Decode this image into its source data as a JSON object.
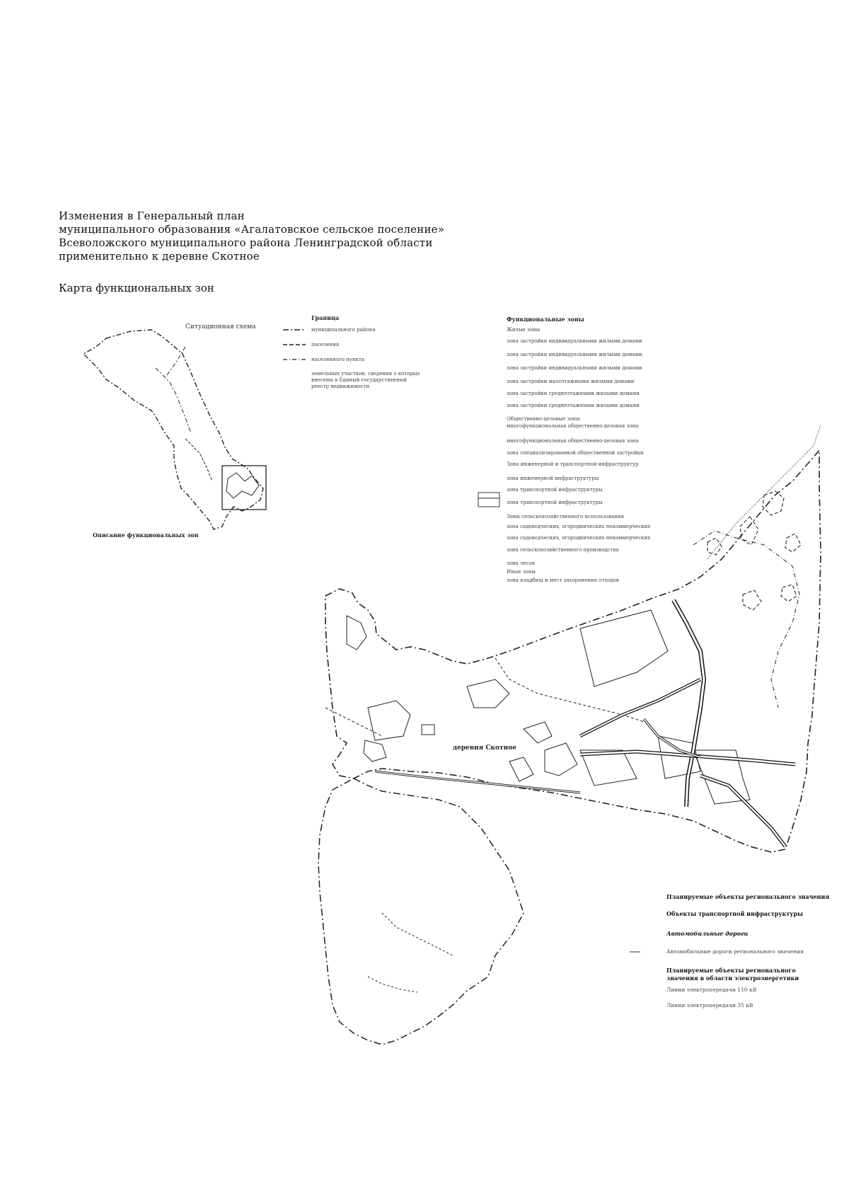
{
  "title": {
    "lines": [
      "Изменения в Генеральный план",
      "муниципального образования «Агалатовское сельское поселение»",
      "Всеволожского муниципального района Ленинградской области",
      "применительно к деревне Скотное"
    ],
    "subtitle": "Карта функциональных зон"
  },
  "situation_scheme": {
    "label": "Ситуационная схема",
    "zones_description": "Описание функциональных зон"
  },
  "legend_boundaries": {
    "heading": "Граница",
    "items": [
      "муниципального района",
      "поселения",
      "населенного пункта"
    ],
    "note": [
      "земельных участков, сведения о которых",
      "внесены в Единый государственный",
      "реестр недвижимости"
    ]
  },
  "legend_zones": {
    "heading": "Функциональные зоны",
    "group_residential": "Жилые зоны",
    "residential": [
      "зона застройки индивидуальными жилыми домами",
      "зона застройки индивидуальными жилыми домами",
      "зона застройки индивидуальными жилыми домами",
      "зона застройки малоэтажными жилыми домами",
      "зона застройки среднеэтажными жилыми домами",
      "зона застройки среднеэтажными жилыми домами"
    ],
    "group_public": "Общественно-деловые зоны",
    "public": [
      "многофункциональная общественно-деловая зона",
      "многофункциональная общественно-деловая зона",
      "зона специализированной общественной застройки",
      "Зона инженерной и транспортной инфраструктур"
    ],
    "infra": [
      "зона инженерной инфраструктуры",
      "зона транспортной инфраструктуры",
      "зона транспортной инфраструктуры"
    ],
    "group_agri": "Зоны сельскохозяйственного использования",
    "agri": [
      "зона садоводческих, огороднических некоммерческих",
      "зона садоводческих, огороднических некоммерческих",
      "зона сельскохозяйственного производства"
    ],
    "forest": "зона лесов",
    "group_other": "Иные зоны",
    "other": "зона кладбищ и мест захоронения отходов"
  },
  "map_labels": {
    "village": "деревня Скотное"
  },
  "legend_regional": {
    "heading": "Планируемые объекты регионального значения",
    "transport": "Объекты транспортной инфраструктуры",
    "roads_heading": "Автомобильные дороги",
    "road_item": "Автомобильные дороги регионального значения",
    "power_heading_1": "Планируемые объекты регионального",
    "power_heading_2": "значения в области электроэнергетики",
    "power_item_1": "Линии электропередачи 110 кВ",
    "power_item_2": "Линии электропередачи 35 кВ"
  }
}
